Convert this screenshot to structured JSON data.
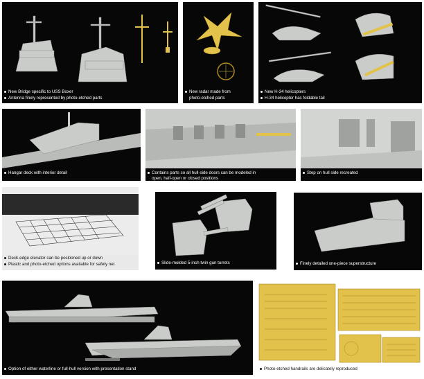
{
  "captions": {
    "bridge": [
      "New Bridge specific to USS Boxer",
      "Antenna finely represented by photo-etched parts"
    ],
    "radar": [
      "New radar made from",
      "photo-etched parts"
    ],
    "helicopters": [
      "New H-34 helicopters",
      "H-34 helicopter has foldable tail"
    ],
    "hangar": [
      "Hangar deck with interior detail"
    ],
    "hull_doors": [
      "Contains parts so all hull-side doors can be modeled in",
      "open, half-open or closed positions"
    ],
    "step": [
      "Step on hull side recreated"
    ],
    "elevator": [
      "Deck-edge elevator can be positioned up or down",
      "Plastic and photo-etched options available for safety net"
    ],
    "turrets": [
      "Slide-molded 5-inch twin gun turrets"
    ],
    "superstructure": [
      "Finely detailed one-piece superstructure"
    ],
    "hull_versions": [
      "Option of either waterline or full-hull version with presentation stand"
    ],
    "handrails": [
      "Photo-etched handrails are delicately reproduced"
    ]
  },
  "colors": {
    "dark_panel": "#070707",
    "light_panel": "#e9e9e9",
    "model_grey": "#c9ccc8",
    "photo_etch": "#e2c24a"
  }
}
